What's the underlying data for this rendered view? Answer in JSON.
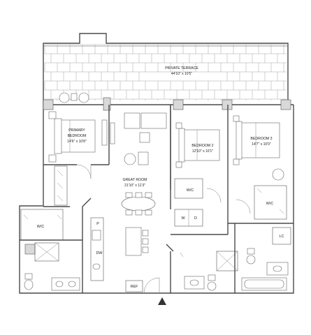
{
  "rooms": {
    "private_terrace": {
      "name": "PRIVATE TERRACE",
      "dims": "44'10\" x 10'5\""
    },
    "primary_bedroom": {
      "name_line1": "PRIMARY",
      "name_line2": "BEDROOM",
      "dims": "14'6\" x 10'8\""
    },
    "great_room": {
      "name": "GREAT ROOM",
      "dims": "21'10\" x 11'3\""
    },
    "bedroom_2": {
      "name": "BEDROOM 2",
      "dims": "12'10\" x 10'1\""
    },
    "bedroom_3": {
      "name": "BEDROOM 3",
      "dims": "14'7\" x 10'0\""
    }
  },
  "tags": {
    "wic_primary": "W/C",
    "wic_bedroom2": "W/C",
    "wic_bedroom3": "W/C",
    "washer": "W",
    "dryer": "D",
    "linen_closet": "LC",
    "pantry": "P",
    "dishwasher": "DW",
    "refrigerator": "REF"
  },
  "icons": {
    "entry": "entry-arrow-icon"
  }
}
